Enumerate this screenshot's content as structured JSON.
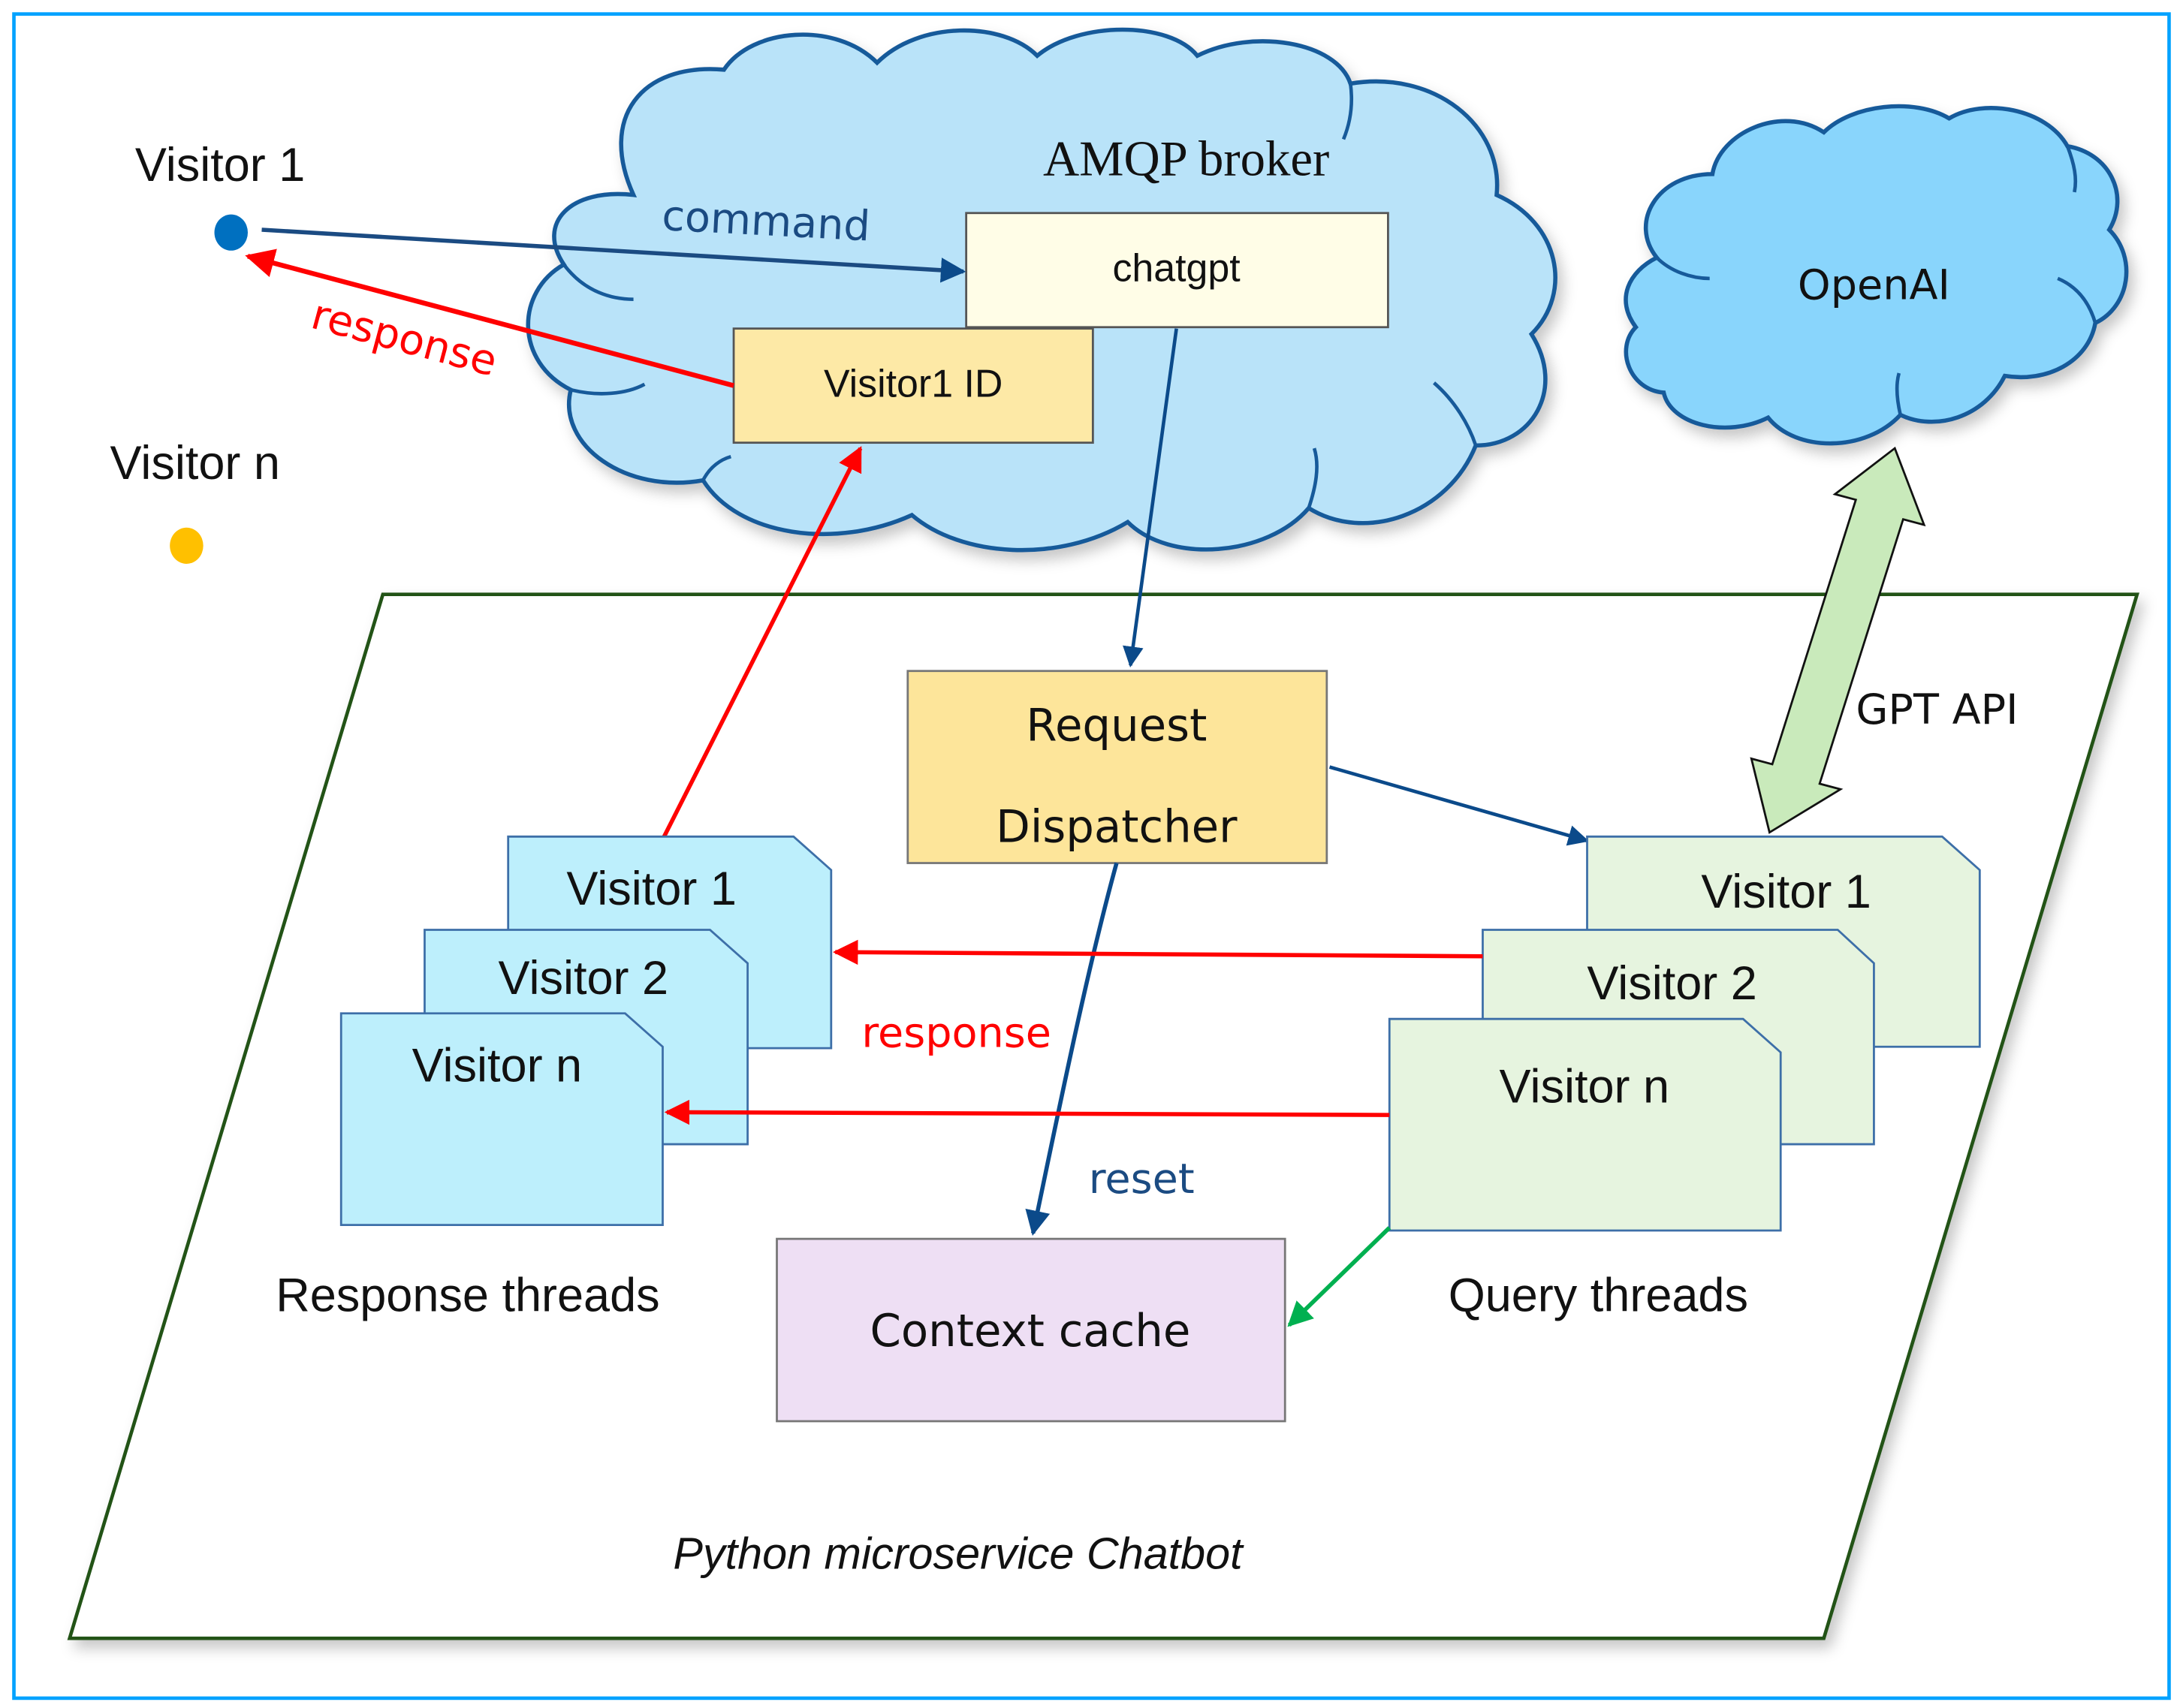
{
  "diagram": {
    "title": "Python microservice Chatbot",
    "visitors": {
      "visitor1_label": "Visitor 1",
      "visitorn_label": "Visitor n",
      "visitor1_color": "#0070C0",
      "visitorn_color": "#FFC000"
    },
    "broker": {
      "label": "AMQP broker",
      "command_label": "command",
      "response_label": "response",
      "queues": [
        {
          "label": "chatgpt",
          "fill": "#FFFDE7"
        },
        {
          "label": "Visitor1 ID",
          "fill": "#FDE9A6"
        }
      ]
    },
    "openai": {
      "label": "OpenAI",
      "api_label": "GPT API"
    },
    "dispatcher": {
      "line1": "Request",
      "line2": "Dispatcher"
    },
    "response_threads": {
      "caption": "Response threads",
      "items": [
        "Visitor 1",
        "Visitor 2",
        "Visitor n"
      ]
    },
    "query_threads": {
      "caption": "Query threads",
      "items": [
        "Visitor 1",
        "Visitor 2",
        "Visitor n"
      ]
    },
    "internal_labels": {
      "response": "response",
      "reset": "reset"
    },
    "context_cache": {
      "label": "Context cache"
    },
    "colors": {
      "frame_border": "#00A2FF",
      "container_border": "#235318",
      "cloud_fill": "#B9E3F9",
      "cloud_stroke": "#175A9A",
      "openai_fill": "#89D5FC",
      "command_arrow": "#1B4B82",
      "response_arrow": "#FF0000",
      "cache_arrow": "#00B050",
      "api_arrow_fill": "#C9EABB",
      "dispatcher_fill": "#FDE59A",
      "response_thread_fill": "#BDEFFC",
      "query_thread_fill": "#E6F4DF",
      "cache_fill": "#EEDFF4"
    }
  }
}
